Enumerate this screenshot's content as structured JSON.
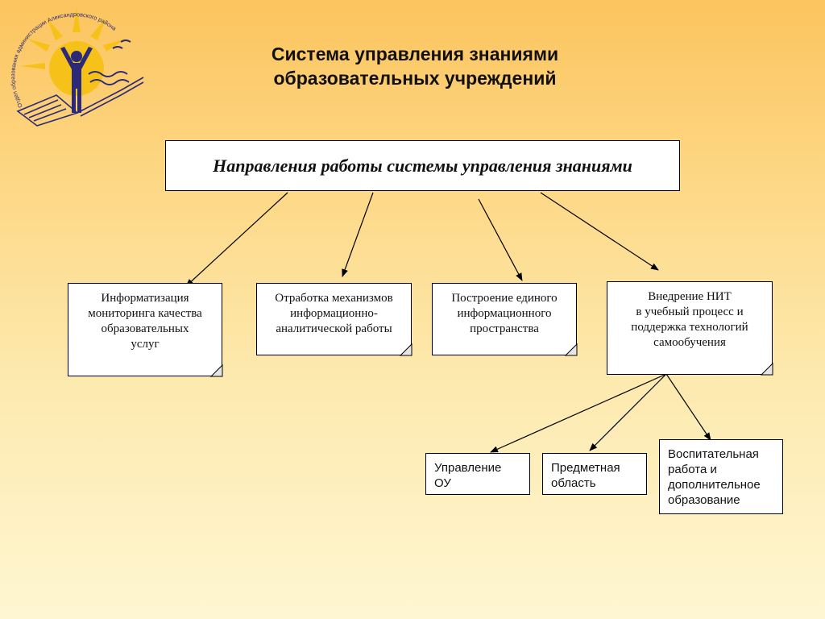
{
  "logo": {
    "arc_text": "Отдел образования администрации Александровского района",
    "icon": "sun-person-book-logo"
  },
  "title": {
    "line1": "Система управления знаниями",
    "line2": "образовательных учреждений"
  },
  "main_box": {
    "label": "Направления работы системы управления знаниями"
  },
  "directions": [
    {
      "label": "Информатизация\nмониторинга качества\nобразовательных\nуслуг"
    },
    {
      "label": "Отработка механизмов\nинформационно-\nаналитической работы"
    },
    {
      "label": "Построение единого\nинформационного\nпространства"
    },
    {
      "label": "Внедрение НИТ\nв учебный процесс и\nподдержка технологий\nсамообучения"
    }
  ],
  "sub_items": [
    {
      "label": "Управление\nОУ"
    },
    {
      "label": "Предметная\nобласть"
    },
    {
      "label": "Воспитательная\nработа и\nдополнительное\nобразование"
    }
  ],
  "colors": {
    "background_top": "#fcc45e",
    "background_bottom": "#fef6d2",
    "logo_sun": "#f6c21a",
    "logo_figure": "#2c2a78"
  }
}
